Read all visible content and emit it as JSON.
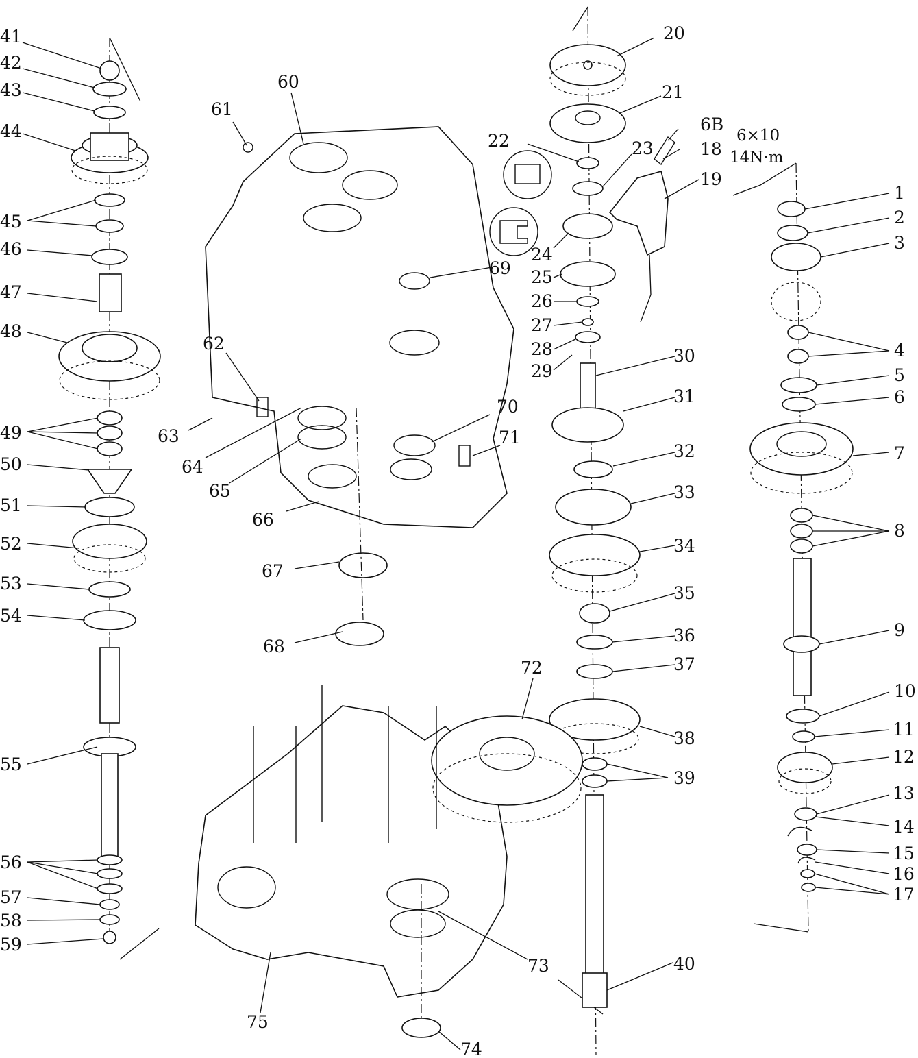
{
  "labels": {
    "n1": "1",
    "n2": "2",
    "n3": "3",
    "n4": "4",
    "n5": "5",
    "n6": "6",
    "n7": "7",
    "n8": "8",
    "n9": "9",
    "n10": "10",
    "n11": "11",
    "n12": "12",
    "n13": "13",
    "n14": "14",
    "n15": "15",
    "n16": "16",
    "n17": "17",
    "n18": "18",
    "n19": "19",
    "n20": "20",
    "n21": "21",
    "n22": "22",
    "n23": "23",
    "n24": "24",
    "n25": "25",
    "n26": "26",
    "n27": "27",
    "n28": "28",
    "n29": "29",
    "n30": "30",
    "n31": "31",
    "n32": "32",
    "n33": "33",
    "n34": "34",
    "n35": "35",
    "n36": "36",
    "n37": "37",
    "n38": "38",
    "n39": "39",
    "n40": "40",
    "n41": "41",
    "n42": "42",
    "n43": "43",
    "n44": "44",
    "n45": "45",
    "n46": "46",
    "n47": "47",
    "n48": "48",
    "n49": "49",
    "n50": "50",
    "n51": "51",
    "n52": "52",
    "n53": "53",
    "n54": "54",
    "n55": "55",
    "n56": "56",
    "n57": "57",
    "n58": "58",
    "n59": "59",
    "n60": "60",
    "n61": "61",
    "n62": "62",
    "n63": "63",
    "n64": "64",
    "n65": "65",
    "n66": "66",
    "n67": "67",
    "n68": "68",
    "n69": "69",
    "n70": "70",
    "n71": "71",
    "n72": "72",
    "n73": "73",
    "n74": "74",
    "n75": "75",
    "n6b": "6B"
  },
  "torque_note": {
    "line1": "6×10",
    "line2": "14N·m"
  },
  "colors": {
    "ink": "#111111",
    "paper": "#ffffff"
  }
}
